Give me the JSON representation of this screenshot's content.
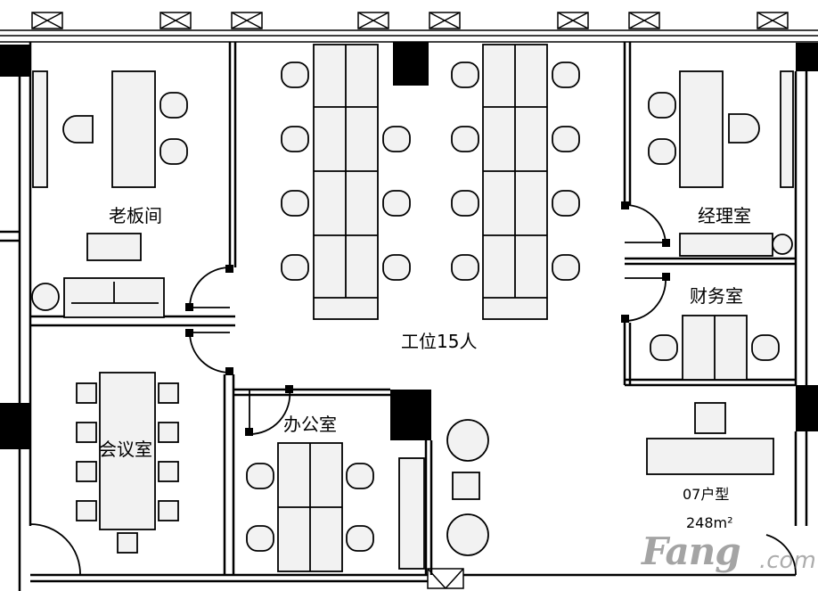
{
  "rooms": {
    "boss": "老板间",
    "manager": "经理室",
    "finance": "财务室",
    "workstations": "工位15人",
    "meeting": "会议室",
    "office": "办公室"
  },
  "unit": {
    "type": "07户型",
    "area": "248m²"
  },
  "watermark": {
    "brand": "Fang",
    "domain": ".com"
  },
  "colors": {
    "wall": "#000000",
    "furniture_fill": "#f2f2f2",
    "background": "#ffffff"
  }
}
